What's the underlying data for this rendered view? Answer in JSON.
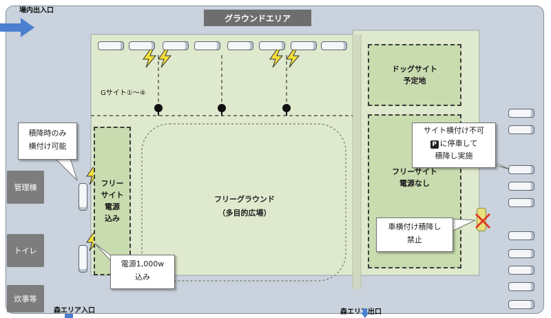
{
  "title": "グラウンドエリア",
  "entrance_label": "場内出入口",
  "forest_entrance": "森エリア入口",
  "forest_exit": "森エリア出口",
  "facilities": [
    "管理棟",
    "トイレ",
    "炊事等"
  ],
  "g_site_label": "Gサイト①〜④",
  "free_ground": {
    "line1": "フリーグラウンド",
    "line2": "（多目的広場）"
  },
  "dog_site": {
    "line1": "ドッグサイト",
    "line2": "予定地"
  },
  "free_site_power": [
    "フリー",
    "サイト",
    "電源",
    "込み"
  ],
  "free_site_no_power": {
    "line1": "フリーサイト",
    "line2": "電源なし"
  },
  "callouts": {
    "unload": [
      "積降時のみ",
      "横付け可能"
    ],
    "power": [
      "電源1,000w",
      "込み"
    ],
    "no_side": [
      "サイト横付け不可",
      "に停車して",
      "積降し実施"
    ],
    "parking_symbol": "P",
    "no_car": [
      "車横付け積降し",
      "禁止"
    ]
  },
  "icons": [
    "arrow-right-icon",
    "lightning-icon",
    "tree-icon",
    "cross-icon",
    "parking-icon"
  ],
  "colors": {
    "lawn": "#dfe9cd",
    "zone": "#c9dcb0",
    "road": "#c9d2dd",
    "arrow": "#4a7fd0",
    "bolt": "#f4e03a",
    "cross": "#e03a2a"
  }
}
